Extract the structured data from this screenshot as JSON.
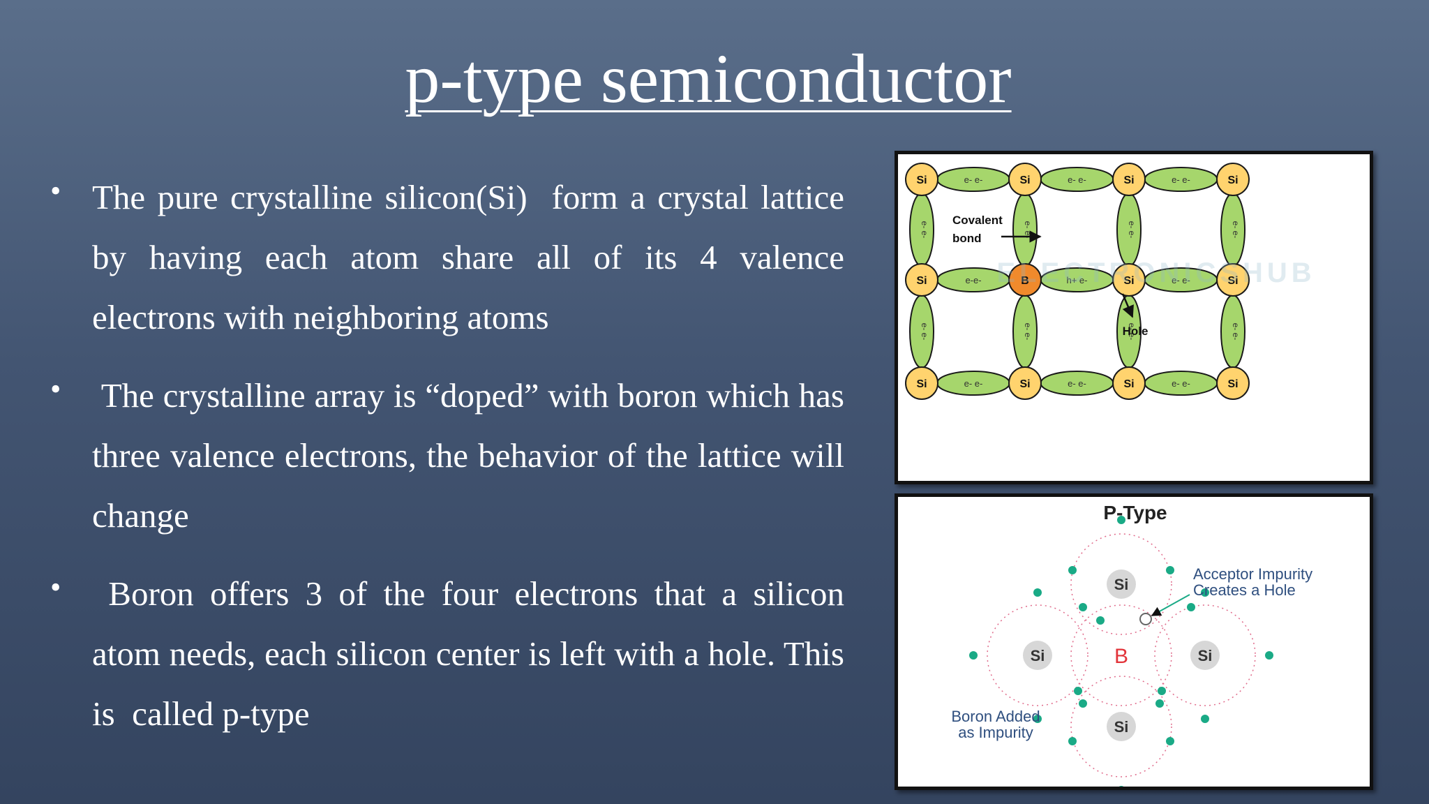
{
  "title": "p-type semiconductor",
  "bullets": [
    "The pure crystalline silicon(Si)  form a crystal lattice by having each atom share all of its 4 valence electrons with neighboring atoms",
    " The crystalline array is “doped” with boron which has three valence electrons, the behavior of the lattice will change",
    " Boron offers 3 of the four electrons that a silicon atom needs, each silicon center is left with a hole. This is  called p-type"
  ],
  "bullet_symbol": "•",
  "lattice_figure": {
    "atom_si": "Si",
    "atom_b": "B",
    "bond_pair": "e- e-",
    "bond_pair_tight": "e-e-",
    "bond_vertical": "e- e-",
    "bond_hole": "h+ e-",
    "covalent_label_1": "Covalent",
    "covalent_label_2": "bond",
    "hole_label": "Hole",
    "watermark": "ELECTRONICSHUB",
    "colors": {
      "atom_si": "#ffd36e",
      "atom_b": "#f08a2c",
      "bond": "#a6d66c",
      "outline": "#1a1a1a"
    }
  },
  "ptype_figure": {
    "title": "P-Type",
    "atom_si": "Si",
    "atom_b": "B",
    "acceptor_label_1": "Acceptor Impurity",
    "acceptor_label_2": "Creates a Hole",
    "boron_label_1": "Boron Added",
    "boron_label_2": "as Impurity",
    "colors": {
      "electron": "#1aaa86",
      "boron": "#e2343a",
      "orbit": "#e06a8a",
      "si_disc": "#d7d7d7",
      "label": "#2f4f7f"
    }
  }
}
